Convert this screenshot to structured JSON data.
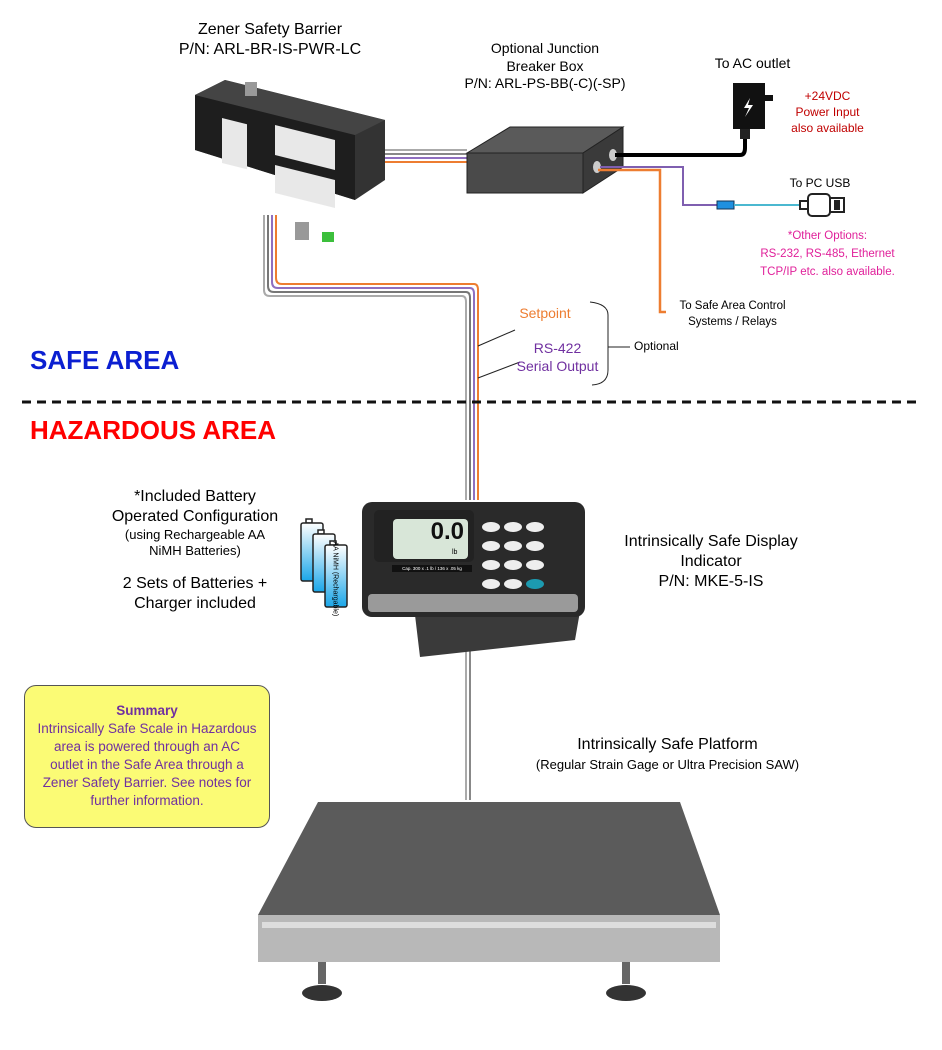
{
  "zener": {
    "title": "Zener Safety Barrier",
    "part_number": "P/N: ARL-BR-IS-PWR-LC"
  },
  "junction": {
    "line1": "Optional Junction",
    "line2": "Breaker Box",
    "part_number": "P/N: ARL-PS-BB(-C)(-SP)"
  },
  "ac_outlet": {
    "label": "To AC outlet",
    "note": [
      "+24VDC",
      "Power Input",
      "also available"
    ]
  },
  "usb": {
    "label": "To PC USB",
    "note": [
      "*Other Options:",
      "RS-232, RS-485, Ethernet",
      "TCP/IP etc. also available."
    ]
  },
  "relays": {
    "line1": "To Safe Area Control",
    "line2": "Systems / Relays"
  },
  "signals": {
    "setpoint": "Setpoint",
    "rs422_line1": "RS-422",
    "rs422_line2": "Serial Output",
    "optional": "Optional"
  },
  "areas": {
    "safe": "SAFE AREA",
    "hazardous": "HAZARDOUS AREA"
  },
  "battery": {
    "line1": "*Included Battery",
    "line2": "Operated Configuration",
    "line3": "(using Rechargeable AA",
    "line4": "NiMH Batteries)",
    "line5": "2 Sets of Batteries +",
    "line6": "Charger included",
    "cell_label": "AA NiMH (Rechargable)"
  },
  "indicator": {
    "line1": "Intrinsically Safe Display",
    "line2": "Indicator",
    "part_number": "P/N: MKE-5-IS",
    "reading": "0.0",
    "unit": "lb",
    "capacity": "Cap. 300 x .1 lb / 136 x .05 kg"
  },
  "platform": {
    "title": "Intrinsically Safe Platform",
    "subtitle": "(Regular Strain Gage or Ultra Precision SAW)"
  },
  "summary": {
    "title": "Summary",
    "lines": [
      "Intrinsically Safe Scale in Hazardous",
      "area is powered through an AC",
      "outlet in the Safe Area through a",
      "Zener Safety Barrier. See notes for",
      "further information."
    ]
  },
  "colors": {
    "safe": "#0b1fd1",
    "hazardous": "#ff0000",
    "orange": "#ed7d31",
    "purple": "#7f5fb0",
    "magenta": "#e0209a",
    "dark_red": "#c00000",
    "summary_bg": "#fbfb75",
    "summary_text": "#7030a0"
  }
}
